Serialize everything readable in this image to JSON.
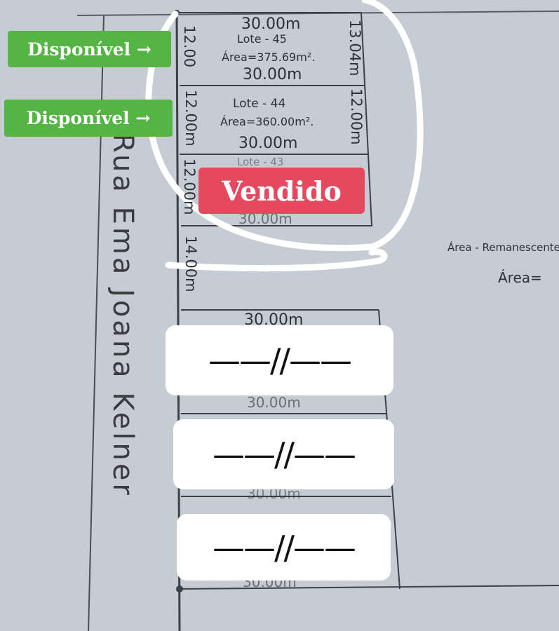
{
  "street_name": "Rua Ema Joana Kelner",
  "lots": [
    {
      "top_dim": "30.00m",
      "label": "Lote - 45",
      "area": "Área=375.69m².",
      "bottom_dim": "30.00m",
      "left_dim": "12.00",
      "right_dim": "13.04m",
      "status": "Disponível →"
    },
    {
      "label": "Lote - 44",
      "area": "Área=360.00m².",
      "bottom_dim": "30.00m",
      "left_dim": "12.00m",
      "right_dim": "12.00m",
      "status": "Disponível →"
    },
    {
      "label": "Lote - 43",
      "bottom_dim": "30.00m",
      "left_dim": "12.00m",
      "status": "Vendido"
    }
  ],
  "side_frontage": "14.00m",
  "remainder_label": "Área - Remanescente",
  "remainder_area": "Área=",
  "lower_lots_top_dim": "30.00m",
  "lower_lots_bottom_dims": [
    "30.00m",
    "30.00m",
    "30.00m"
  ],
  "redacted_cards": [
    "——//——",
    "——//——",
    "——//——"
  ],
  "colors": {
    "paper": "#c5ccd3",
    "available_green": "#55b544",
    "sold_red": "#e64860",
    "highlight_white": "#ffffff"
  }
}
